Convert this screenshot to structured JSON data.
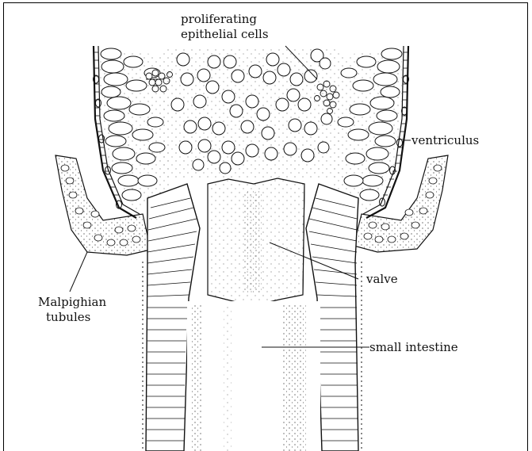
{
  "labels": {
    "proliferating_line1": "proliferating",
    "proliferating_line2": "epithelial cells",
    "ventriculus": "ventriculus",
    "valve": "valve",
    "small_intestine": "small intestine",
    "malpighian_line1": "Malpighian",
    "malpighian_line2": "tubules"
  },
  "colors": {
    "ink": "#111111",
    "paper": "#ffffff"
  }
}
